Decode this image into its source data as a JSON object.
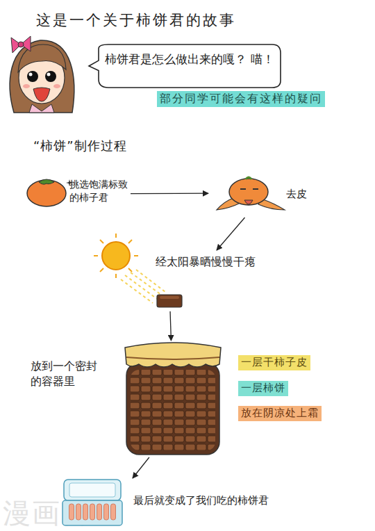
{
  "diagram": {
    "title": "这是一个关于柿饼君的故事",
    "nodes": [
      {
        "text": [
          "柿饼君是怎么做出来的嘎？ 喵！"
        ]
      },
      {
        "text": [
          "挑选饱满标致的柿子君"
        ]
      },
      {
        "text": [
          "去皮"
        ]
      },
      {
        "text": [
          "经太阳暴晒慢慢干瘪"
        ]
      },
      {
        "text": [
          "放到一个密封的容器里"
        ]
      },
      {
        "text": [
          "最后就变成了我们吃的柿饼君"
        ]
      }
    ],
    "edges": [
      {
        "from": 1,
        "to": 2,
        "arrow": "to"
      },
      {
        "from": 2,
        "to": 3,
        "arrow": "to"
      },
      {
        "from": 3,
        "to": 4,
        "arrow": "to"
      },
      {
        "from": 4,
        "to": 5,
        "arrow": "to"
      }
    ],
    "labels": [
      "部分同学可能会有这样的疑问",
      "“柿饼”制作过程",
      "一层干柿子皮",
      "一层柿饼",
      "放在阴凉处上霜",
      "漫画台"
    ]
  }
}
